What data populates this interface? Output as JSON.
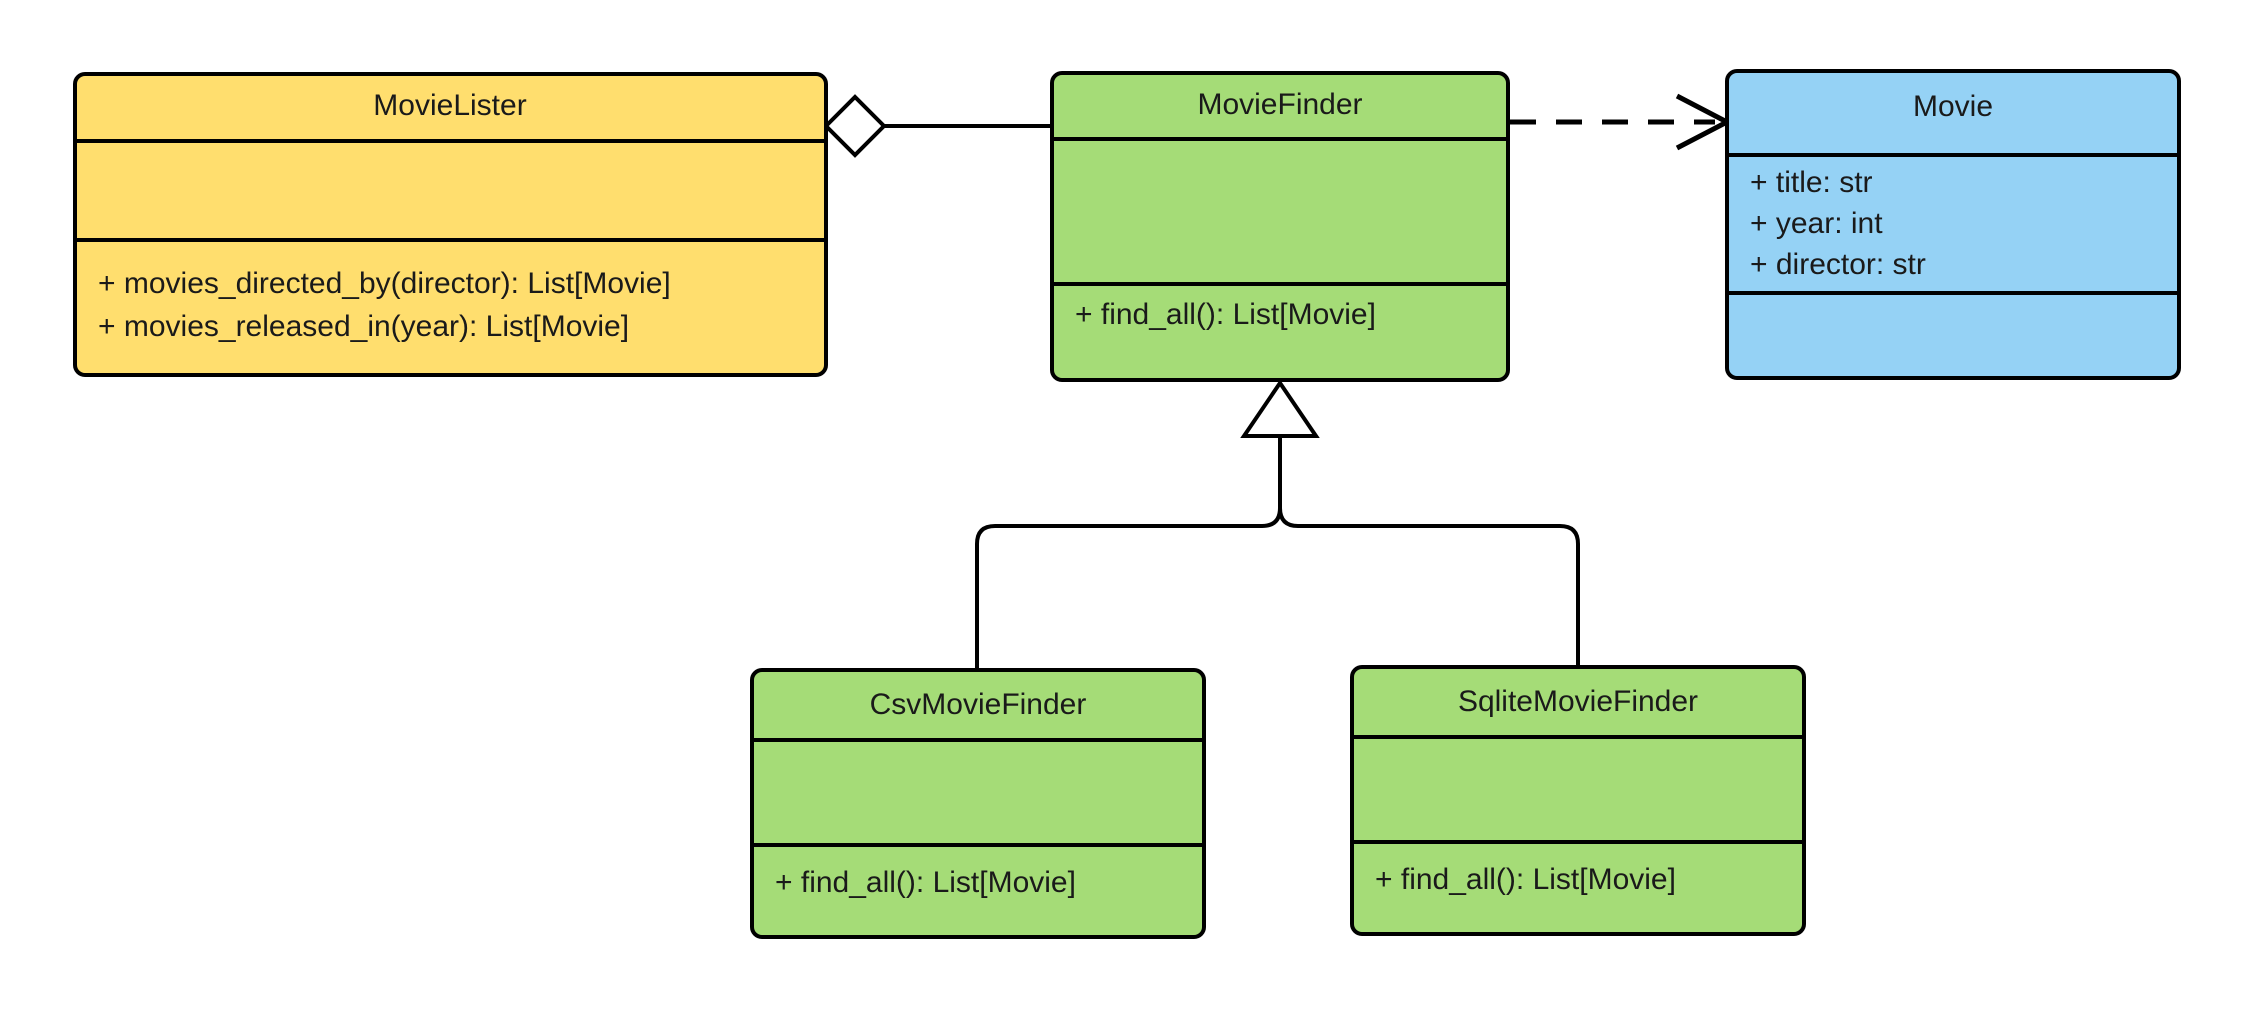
{
  "diagram": {
    "kind": "uml-class-diagram",
    "background_color": "#ffffff",
    "line_color": "#000000",
    "text_color": "#1a1a1a"
  },
  "palette": {
    "yellow": "#FFDE6E",
    "green": "#A5DC77",
    "blue": "#95D2F5",
    "white": "#ffffff",
    "black": "#000000"
  },
  "classes": {
    "movie_lister": {
      "name": "MovieLister",
      "fill": "#FFDE6E",
      "attributes": [],
      "methods": [
        "+ movies_directed_by(director): List[Movie]",
        "+ movies_released_in(year): List[Movie]"
      ]
    },
    "movie_finder": {
      "name": "MovieFinder",
      "fill": "#A5DC77",
      "attributes": [],
      "methods": [
        "+ find_all(): List[Movie]"
      ]
    },
    "movie": {
      "name": "Movie",
      "fill": "#95D2F5",
      "attributes": [
        "+ title: str",
        "+ year: int",
        "+ director: str"
      ],
      "methods": []
    },
    "csv_movie_finder": {
      "name": "CsvMovieFinder",
      "fill": "#A5DC77",
      "attributes": [],
      "methods": [
        "+ find_all(): List[Movie]"
      ]
    },
    "sqlite_movie_finder": {
      "name": "SqliteMovieFinder",
      "fill": "#A5DC77",
      "attributes": [],
      "methods": [
        "+ find_all(): List[Movie]"
      ]
    }
  },
  "relationships": [
    {
      "id": "aggregation-lister-finder",
      "type": "aggregation",
      "source": "MovieLister",
      "target": "MovieFinder",
      "marker": "hollow-diamond",
      "line_style": "solid"
    },
    {
      "id": "dependency-finder-movie",
      "type": "dependency",
      "source": "MovieFinder",
      "target": "Movie",
      "marker": "open-arrow",
      "line_style": "dashed"
    },
    {
      "id": "inheritance-csv-finder",
      "type": "generalization",
      "source": "CsvMovieFinder",
      "target": "MovieFinder",
      "marker": "hollow-triangle",
      "line_style": "solid"
    },
    {
      "id": "inheritance-sqlite-finder",
      "type": "generalization",
      "source": "SqliteMovieFinder",
      "target": "MovieFinder",
      "marker": "hollow-triangle",
      "line_style": "solid"
    }
  ]
}
